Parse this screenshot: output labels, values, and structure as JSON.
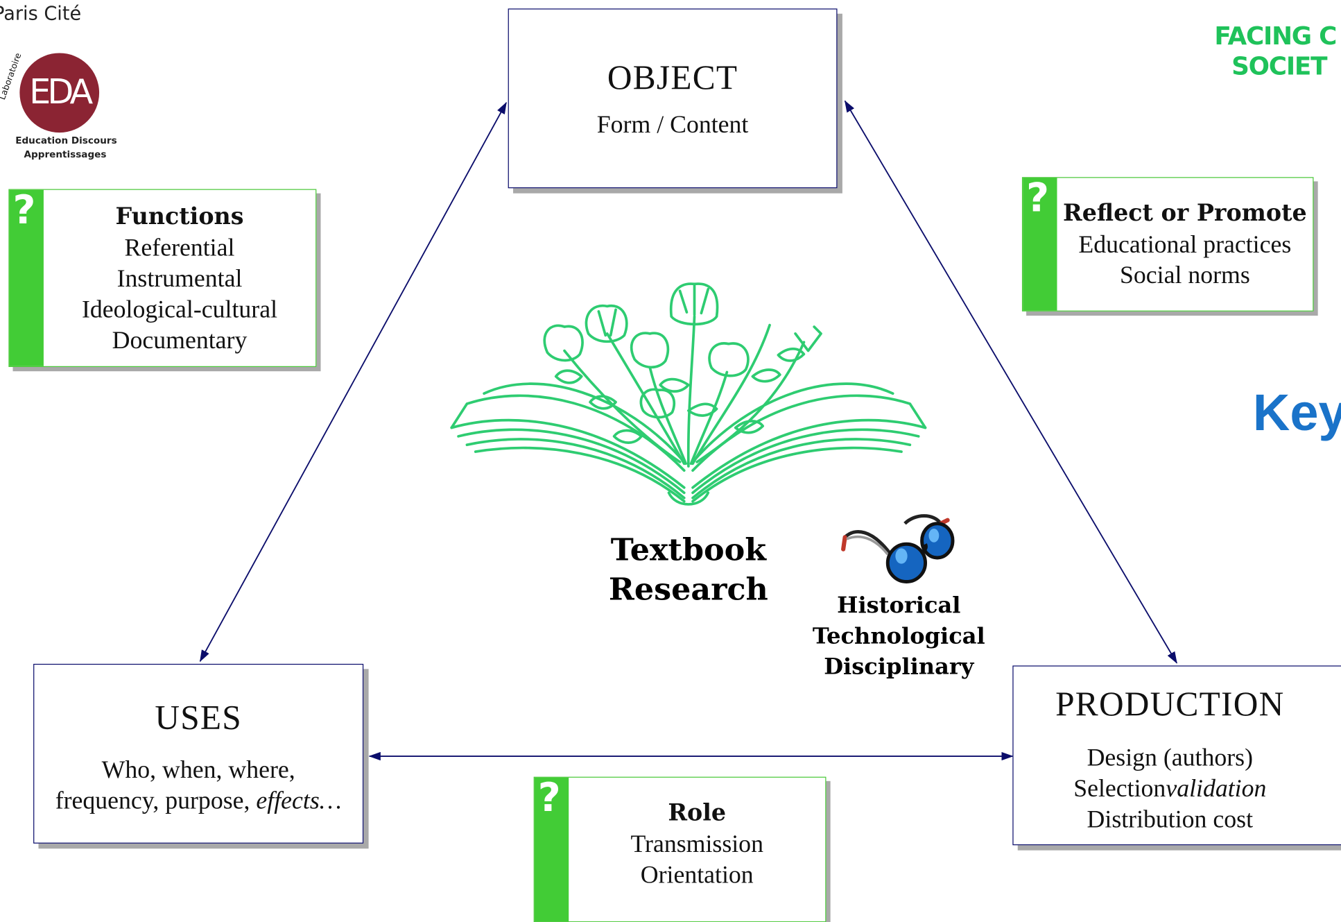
{
  "header": {
    "university_fragment": "Paris Cité",
    "lab_vertical": "Laboratoire",
    "lab_monogram": "EDA",
    "lab_caption_1": "Education Discours",
    "lab_caption_2": "Apprentissages",
    "right_banner_line1": "FACING C",
    "right_banner_line2": "SOCIET",
    "side_keyword": "Key"
  },
  "nodes": {
    "object": {
      "title": "OBJECT",
      "sub": "Form / Content"
    },
    "uses": {
      "title": "USES",
      "line1": "Who, when, where,",
      "line2_plain": "frequency, purpose,",
      "line2_italic": "effects…"
    },
    "production": {
      "title": "PRODUCTION",
      "line1": "Design (authors)",
      "line2_plain": "Selection",
      "line2_italic": "validation",
      "line3": "Distribution cost"
    }
  },
  "question_boxes": {
    "functions": {
      "mark": "?",
      "heading": "Functions",
      "items": [
        "Referential",
        "Instrumental",
        "Ideological-cultural",
        "Documentary"
      ]
    },
    "reflect": {
      "mark": "?",
      "heading": "Reflect or Promote",
      "items": [
        "Educational practices",
        "Social norms"
      ]
    },
    "role": {
      "mark": "?",
      "heading": "Role",
      "items": [
        "Transmission",
        "Orientation"
      ]
    }
  },
  "center": {
    "title_line1": "Textbook",
    "title_line2": "Research",
    "perspectives": [
      "Historical",
      "Technological",
      "Disciplinary"
    ]
  },
  "colors": {
    "node_border": "#0b0d6b",
    "arrow": "#0b0d6b",
    "question_green": "#42cc36",
    "book_green": "#2ecc71",
    "lab_logo": "#8b2433",
    "banner_green": "#1fc25a",
    "keyword_blue": "#1a73c9"
  },
  "icons": [
    "open-book-flowers-icon",
    "eyeglasses-icon",
    "eda-lab-logo"
  ]
}
